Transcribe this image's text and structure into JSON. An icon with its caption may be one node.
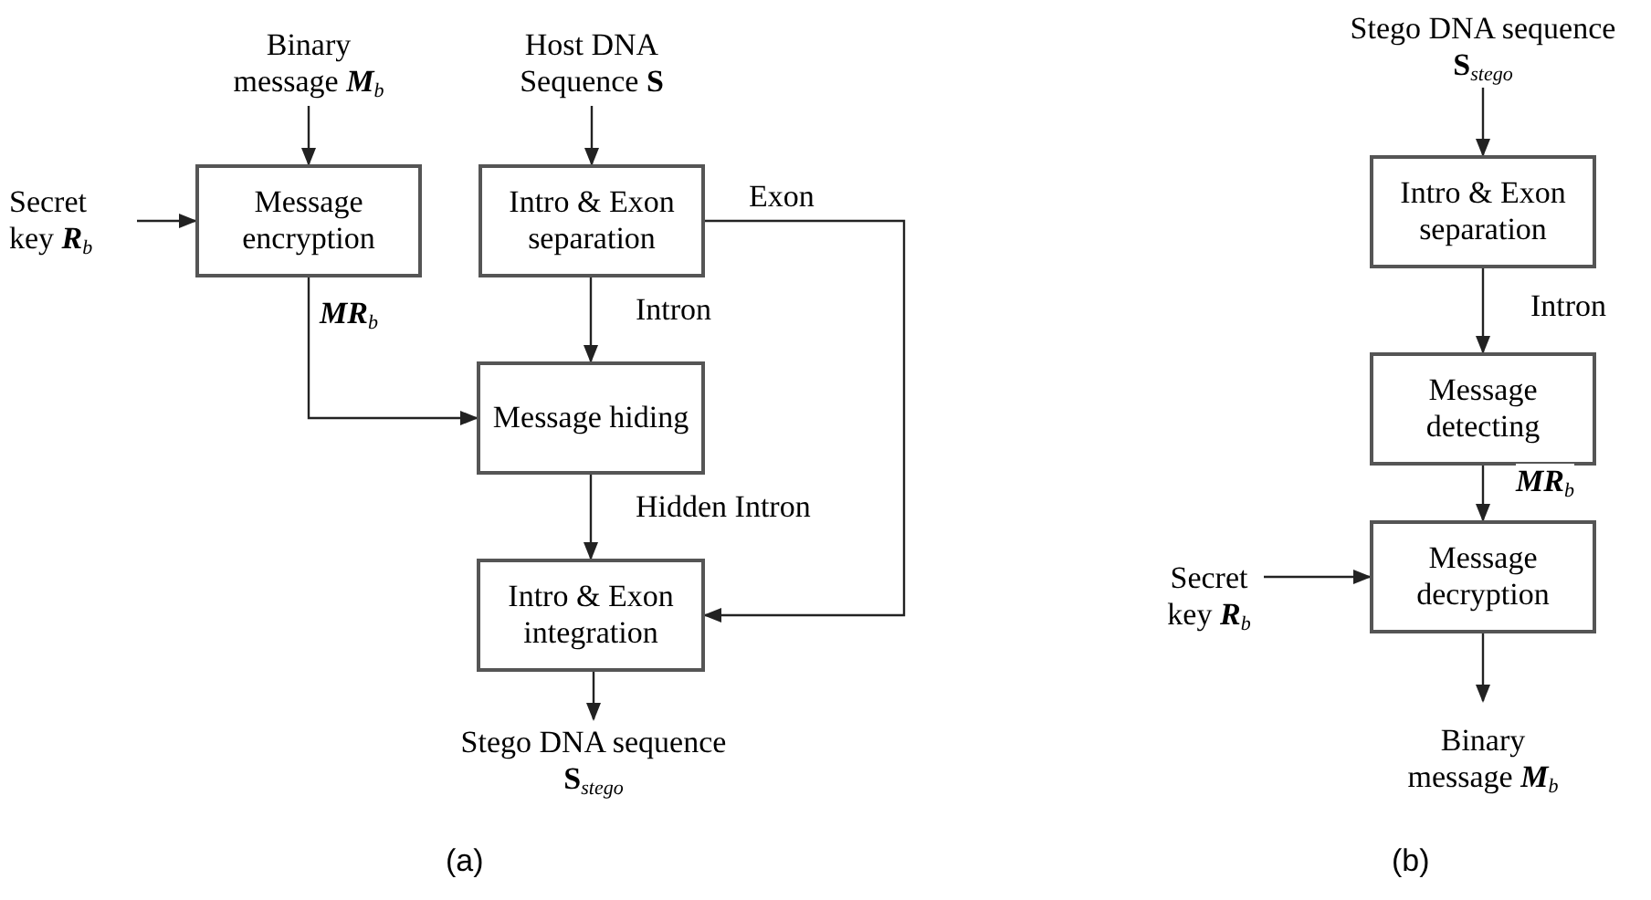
{
  "diagram": {
    "nodes": [
      {
        "text": [
          "Binary message *M*$_{b}$"
        ]
      },
      {
        "text": [
          "Host DNA Sequence **S**"
        ]
      },
      {
        "text": [
          "Secret key *R*$_{b}$"
        ]
      },
      {
        "text": [
          "Message encryption"
        ]
      },
      {
        "text": [
          "Intro & Exon separation"
        ]
      },
      {
        "text": [
          "Message hiding"
        ]
      },
      {
        "text": [
          "Intro & Exon integration"
        ]
      },
      {
        "text": [
          "Stego DNA sequence **S**$_{stego}$"
        ]
      },
      {
        "text": [
          "Stego DNA sequence **S**$_{stego}$"
        ]
      },
      {
        "text": [
          "Intro & Exon separation"
        ]
      },
      {
        "text": [
          "Message detecting"
        ]
      },
      {
        "text": [
          "Message decryption"
        ]
      },
      {
        "text": [
          "Secret key *R*$_{b}$"
        ]
      },
      {
        "text": [
          "Binary message *M*$_{b}$"
        ]
      }
    ],
    "edges": [
      {
        "from": 0,
        "to": 3,
        "arrow": "to"
      },
      {
        "from": 1,
        "to": 4,
        "arrow": "to"
      },
      {
        "from": 2,
        "to": 3,
        "arrow": "to"
      },
      {
        "from": 3,
        "to": 5,
        "arrow": "to",
        "label": "*MR*$_{b}$"
      },
      {
        "from": 4,
        "to": 5,
        "arrow": "to",
        "label": "Intron"
      },
      {
        "from": 5,
        "to": 6,
        "arrow": "to",
        "label": "Hidden Intron"
      },
      {
        "from": 4,
        "to": 6,
        "arrow": "to",
        "label": "Exon"
      },
      {
        "from": 6,
        "to": 7,
        "arrow": "to"
      },
      {
        "from": 8,
        "to": 9,
        "arrow": "to"
      },
      {
        "from": 9,
        "to": 10,
        "arrow": "to",
        "label": "Intron"
      },
      {
        "from": 10,
        "to": 11,
        "arrow": "to",
        "label": "*MR*$_{b}$"
      },
      {
        "from": 12,
        "to": 11,
        "arrow": "to"
      },
      {
        "from": 11,
        "to": 13,
        "arrow": "to"
      }
    ],
    "labels": [
      "(a)",
      "(b)"
    ]
  }
}
